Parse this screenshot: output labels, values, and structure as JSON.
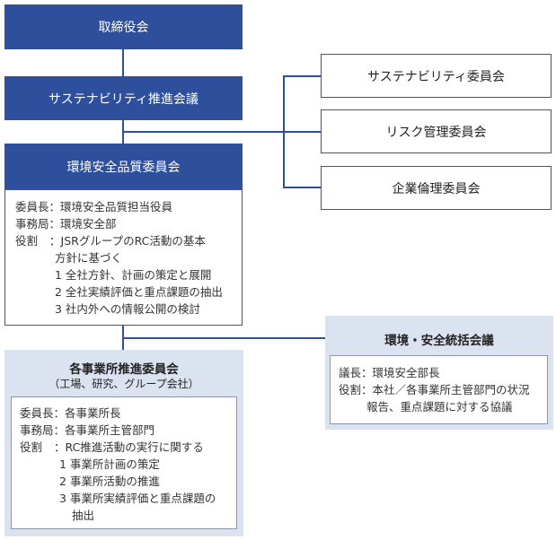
{
  "board": {
    "label": "取締役会"
  },
  "sustainability_council": {
    "label": "サステナビリティ推進会議"
  },
  "committees": [
    {
      "label": "サステナビリティ委員会"
    },
    {
      "label": "リスク管理委員会"
    },
    {
      "label": "企業倫理委員会"
    }
  ],
  "env_committee": {
    "title": "環境安全品質委員会",
    "chair_label": "委員長：",
    "chair_value": "環境安全品質担当役員",
    "secretariat_label": "事務局：",
    "secretariat_value": "環境安全部",
    "role_label": "役割",
    "role_sep": "：",
    "role_lines": [
      "JSRグループのRC活動の基本",
      "方針に基づく"
    ],
    "items": [
      "1 全社方針、計画の策定と展開",
      "2 全社実績評価と重点課題の抽出",
      "3 社内外への情報公開の検討"
    ]
  },
  "site_committee": {
    "title": "各事業所推進委員会",
    "subtitle": "（工場、研究、グループ会社）",
    "chair_label": "委員長：",
    "chair_value": "各事業所長",
    "secretariat_label": "事務局：",
    "secretariat_value": "各事業所主管部門",
    "role_label": "役割",
    "role_sep": "：",
    "role_line": "RC推進活動の実行に関する",
    "items": [
      "1 事業所計画の策定",
      "2 事業所活動の推進",
      "3 事業所実績評価と重点課題の",
      "抽出"
    ]
  },
  "env_safety_meeting": {
    "title": "環境・安全統括会議",
    "chair_label": "議長：",
    "chair_value": "環境安全部長",
    "role_label": "役割：",
    "role_line1": "本社／各事業所主管部門の状況",
    "role_line2": "報告、重点課題に対する協議"
  }
}
